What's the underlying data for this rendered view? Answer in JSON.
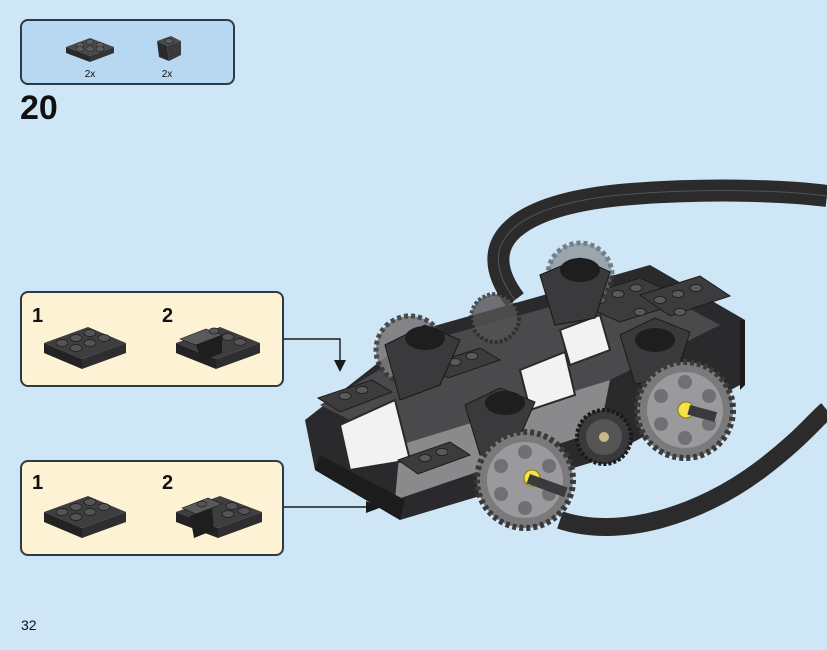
{
  "parts_list": {
    "items": [
      {
        "name": "plate-2x3",
        "quantity": "2x"
      },
      {
        "name": "slope-inverted",
        "quantity": "2x"
      }
    ]
  },
  "step": {
    "number": "20"
  },
  "sub_assemblies": [
    {
      "steps": [
        {
          "label": "1"
        },
        {
          "label": "2"
        }
      ]
    },
    {
      "steps": [
        {
          "label": "1"
        },
        {
          "label": "2"
        }
      ]
    }
  ],
  "page": {
    "number": "32"
  },
  "colors": {
    "background": "#cfe6f7",
    "parts_box": "#b8d8f1",
    "callout_box": "#fdf3d4",
    "brick_dark": "#2e2e30",
    "brick_gray": "#8c8c8c",
    "axle_yellow": "#f4e34a"
  }
}
